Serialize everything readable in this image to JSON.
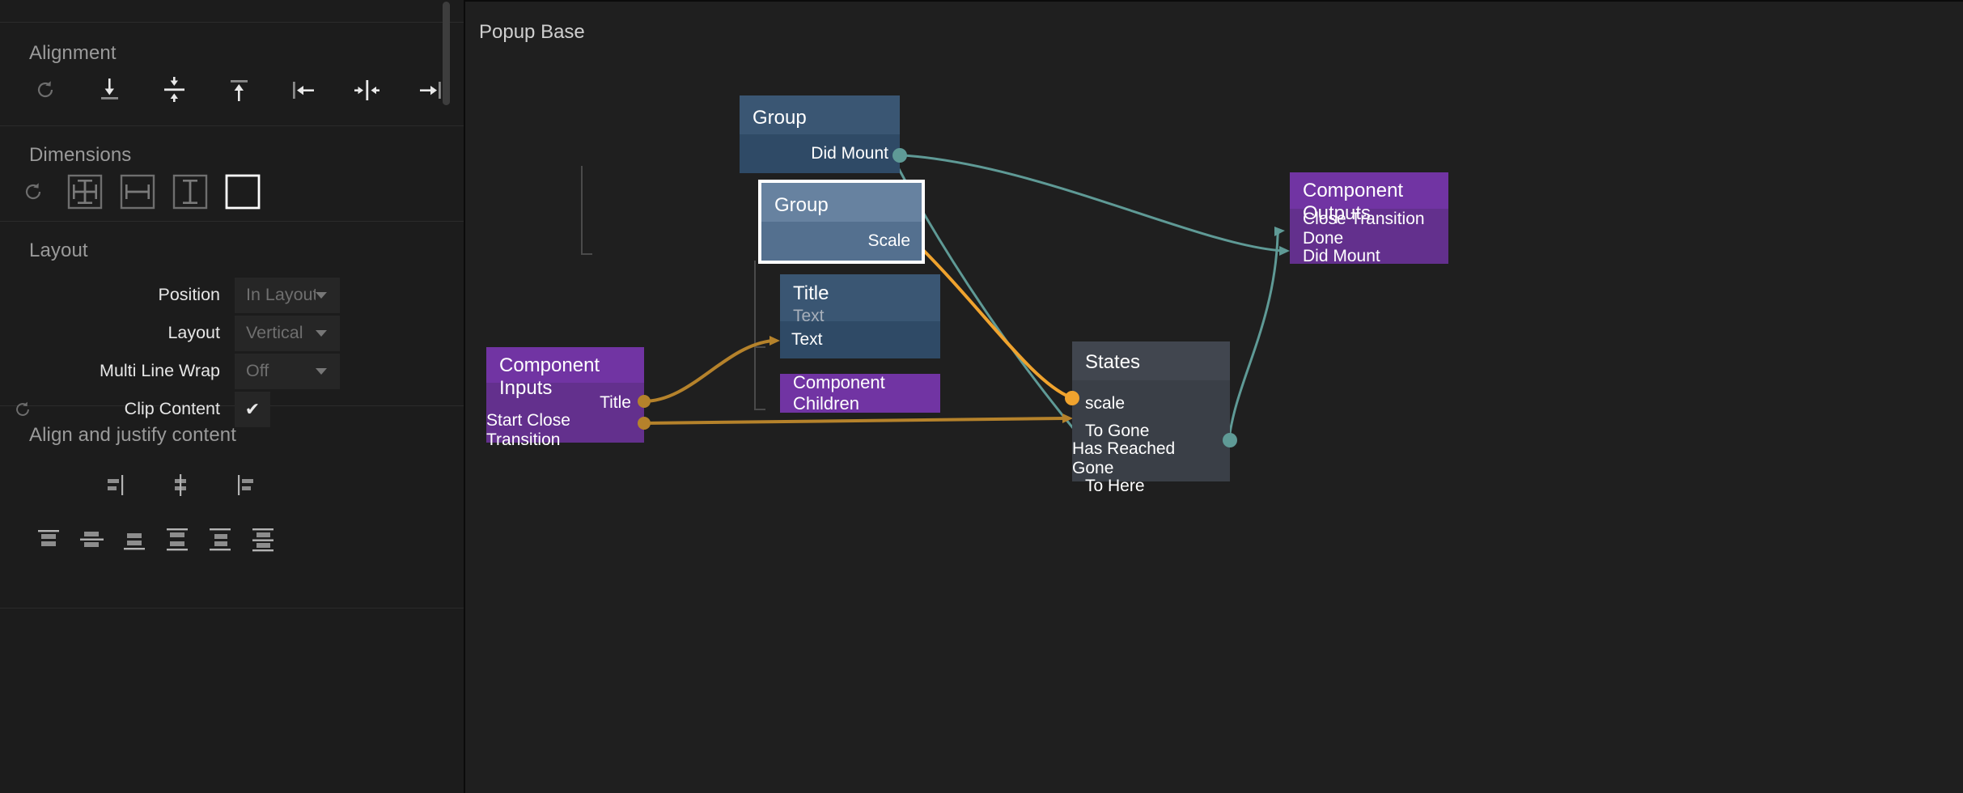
{
  "inspector": {
    "sections": [
      {
        "id": "alignment",
        "title": "Alignment"
      },
      {
        "id": "dimensions",
        "title": "Dimensions"
      },
      {
        "id": "layout",
        "title": "Layout"
      },
      {
        "id": "justify",
        "title": "Align and justify content"
      }
    ],
    "alignment": {
      "title": "Alignment",
      "buttons": [
        {
          "name": "reset-alignment-icon",
          "label": "Reset"
        },
        {
          "name": "align-bottom-icon",
          "label": "Align Bottom"
        },
        {
          "name": "align-vertical-center-icon",
          "label": "Align Vertical Center"
        },
        {
          "name": "align-top-icon",
          "label": "Align Top"
        },
        {
          "name": "align-left-icon",
          "label": "Align Left"
        },
        {
          "name": "align-horizontal-center-icon",
          "label": "Align Horizontal Center"
        },
        {
          "name": "align-right-icon",
          "label": "Align Right"
        }
      ]
    },
    "dimensions": {
      "title": "Dimensions",
      "buttons": [
        {
          "name": "reset-dimensions-icon",
          "label": "Reset"
        },
        {
          "name": "size-both-icon",
          "label": "Fit Both"
        },
        {
          "name": "size-width-icon",
          "label": "Fit Width"
        },
        {
          "name": "size-height-icon",
          "label": "Fit Height"
        },
        {
          "name": "size-fixed-icon",
          "label": "Fixed",
          "selected": true
        }
      ]
    },
    "layout": {
      "title": "Layout",
      "fields": [
        {
          "label": "Position",
          "value": "In Layout",
          "type": "select",
          "hasReset": false
        },
        {
          "label": "Layout",
          "value": "Vertical",
          "type": "select",
          "hasReset": false
        },
        {
          "label": "Multi Line Wrap",
          "value": "Off",
          "type": "select",
          "hasReset": false
        },
        {
          "label": "Clip Content",
          "value": "✔",
          "type": "checkbox",
          "checked": true,
          "hasReset": true
        }
      ]
    },
    "justify": {
      "title": "Align and justify content",
      "align_buttons": [
        {
          "name": "content-align-left-icon",
          "label": "Align content left"
        },
        {
          "name": "content-align-center-icon",
          "label": "Align content center"
        },
        {
          "name": "content-align-right-icon",
          "label": "Align content right"
        }
      ],
      "justify_buttons": [
        {
          "name": "justify-start-icon",
          "label": "Justify start"
        },
        {
          "name": "justify-center-icon",
          "label": "Justify center"
        },
        {
          "name": "justify-end-icon",
          "label": "Justify end"
        },
        {
          "name": "justify-space-between-icon",
          "label": "Space between"
        },
        {
          "name": "justify-space-around-icon",
          "label": "Space around"
        },
        {
          "name": "justify-space-evenly-icon",
          "label": "Space evenly"
        }
      ]
    }
  },
  "canvas": {
    "title": "Popup Base",
    "nodes": [
      {
        "id": "group-root",
        "title": "Group",
        "kind": "group",
        "selected": false,
        "ports_out": [
          "Did Mount"
        ],
        "ports_in": []
      },
      {
        "id": "group-child",
        "title": "Group",
        "kind": "group-selected",
        "selected": true,
        "ports_out": [],
        "ports_in": [
          "Scale"
        ]
      },
      {
        "id": "title-text",
        "title": "Title",
        "subtitle": "Text",
        "kind": "text",
        "selected": false,
        "ports_in": [
          "Text"
        ],
        "ports_out": []
      },
      {
        "id": "component-children",
        "title": "Component Children",
        "kind": "purple",
        "selected": false,
        "ports_in": [],
        "ports_out": []
      },
      {
        "id": "component-inputs",
        "title": "Component Inputs",
        "kind": "purple",
        "selected": false,
        "ports_in": [],
        "ports_out": [
          "Title",
          "Start Close Transition"
        ]
      },
      {
        "id": "states",
        "title": "States",
        "kind": "gray",
        "selected": false,
        "ports_in": [
          "scale",
          "To Gone",
          "To Here"
        ],
        "ports_out": [
          "Has Reached Gone"
        ]
      },
      {
        "id": "component-outputs",
        "title": "Component Outputs",
        "kind": "purple",
        "selected": false,
        "ports_in": [
          "Close Transition Done",
          "Did Mount"
        ],
        "ports_out": []
      }
    ],
    "connections": [
      {
        "from": "group-root.Did Mount",
        "to": "component-outputs.Did Mount",
        "color": "#5f9a96"
      },
      {
        "from": "group-root.Did Mount",
        "to": "states.To Here",
        "color": "#5f9a96"
      },
      {
        "from": "states.Has Reached Gone",
        "to": "component-outputs.Close Transition Done",
        "color": "#5f9a96"
      },
      {
        "from": "states.scale",
        "to": "group-child.Scale",
        "color": "#f0a32e"
      },
      {
        "from": "component-inputs.Title",
        "to": "title-text.Text",
        "color": "#b5822b"
      },
      {
        "from": "component-inputs.Start Close Transition",
        "to": "states.To Gone",
        "color": "#b5822b"
      }
    ]
  },
  "colors": {
    "background": "#1b1b1b",
    "canvas_background": "#1f1f1f",
    "node_blue": "#2f4a66",
    "node_blue_selected": "#54708f",
    "node_purple": "#63308d",
    "node_gray": "#3a3f47",
    "edge_teal": "#5f9a96",
    "edge_orange": "#f0a32e",
    "edge_amber": "#b5822b",
    "selection_outline": "#ffffff"
  }
}
